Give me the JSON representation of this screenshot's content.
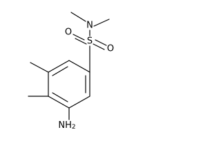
{
  "atoms": {
    "n_amide": "N",
    "s_sulfonyl": "S",
    "o_left": "O",
    "o_right": "O",
    "amine_n": "NH",
    "amine_sub": "2"
  },
  "colors": {
    "ink": "#000000",
    "background": "#ffffff"
  }
}
